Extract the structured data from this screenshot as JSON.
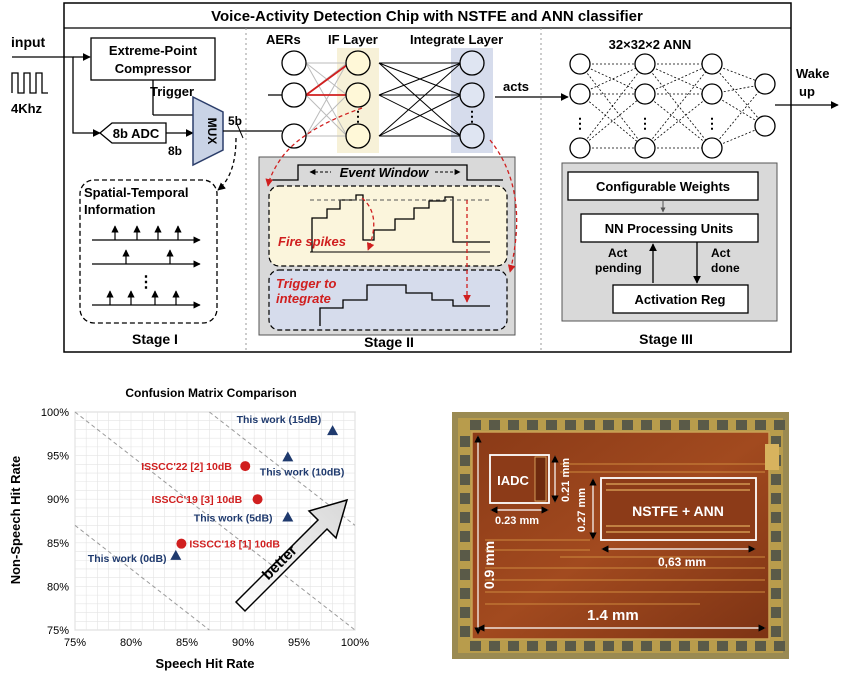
{
  "diagram": {
    "title": "Voice-Activity Detection Chip with NSTFE and ANN classifier",
    "input_label": "input",
    "clock_label": "4Khz",
    "compressor_label_1": "Extreme-Point",
    "compressor_label_2": "Compressor",
    "trigger_label": "Trigger",
    "adc_label": "8b ADC",
    "adc_bits": "8b",
    "mux_label": "MUX",
    "mux_out_bits": "5b",
    "spatial_label_1": "Spatial-Temporal",
    "spatial_label_2": "Information",
    "stage1": "Stage I",
    "aers_label": "AERs",
    "if_label": "IF Layer",
    "integrate_label": "Integrate Layer",
    "event_window": "Event Window",
    "fire_spikes": "Fire spikes",
    "trigger_integrate_1": "Trigger to",
    "trigger_integrate_2": "integrate",
    "stage2": "Stage II",
    "acts_label": "acts",
    "ann_label": "32×32×2 ANN",
    "wake_label_1": "Wake",
    "wake_label_2": "up",
    "config_weights": "Configurable Weights",
    "nn_units": "NN Processing Units",
    "act_pending_1": "Act",
    "act_pending_2": "pending",
    "act_done_1": "Act",
    "act_done_2": "done",
    "activation_reg": "Activation Reg",
    "stage3": "Stage III",
    "dots": "⋮"
  },
  "chart_data": {
    "type": "scatter",
    "title": "Confusion Matrix Comparison",
    "xlabel": "Speech Hit Rate",
    "ylabel": "Non-Speech Hit Rate",
    "xlim": [
      75,
      100
    ],
    "ylim": [
      75,
      100
    ],
    "x_ticks": [
      "75%",
      "80%",
      "85%",
      "90%",
      "95%",
      "100%"
    ],
    "y_ticks": [
      "75%",
      "80%",
      "85%",
      "90%",
      "95%",
      "100%"
    ],
    "points": [
      {
        "label": "This work (15dB)",
        "x": 98.0,
        "y": 97.8,
        "group": "this",
        "label_dx": -96,
        "label_dy": -8
      },
      {
        "label": "This work (10dB)",
        "x": 94.0,
        "y": 94.8,
        "group": "this",
        "label_dx": -28,
        "label_dy": 18
      },
      {
        "label": "ISSCC'22 [2] 10dB",
        "x": 90.2,
        "y": 93.8,
        "group": "other",
        "label_dx": -104,
        "label_dy": 4
      },
      {
        "label": "ISSCC'19 [3] 10dB",
        "x": 91.3,
        "y": 90.0,
        "group": "other",
        "label_dx": -106,
        "label_dy": 4
      },
      {
        "label": "This work (5dB)",
        "x": 94.0,
        "y": 87.9,
        "group": "this",
        "label_dx": -94,
        "label_dy": 4
      },
      {
        "label": "ISSCC'18 [1] 10dB",
        "x": 84.5,
        "y": 84.9,
        "group": "other",
        "label_dx": 8,
        "label_dy": 4
      },
      {
        "label": "This work (0dB)",
        "x": 84.0,
        "y": 83.5,
        "group": "this",
        "label_dx": -88,
        "label_dy": 6
      }
    ],
    "annotation": "better",
    "colors": {
      "this": "#1f3a6e",
      "other": "#d01f1f"
    }
  },
  "die": {
    "iadc_label": "IADC",
    "nstfe_label": "NSTFE + ANN",
    "dim_iadc_w": "0.23 mm",
    "dim_iadc_h": "0.21 mm",
    "dim_nstfe_h": "0.27 mm",
    "dim_nstfe_w": "0,63 mm",
    "dim_die_h": "0.9 mm",
    "dim_die_w": "1.4 mm"
  }
}
